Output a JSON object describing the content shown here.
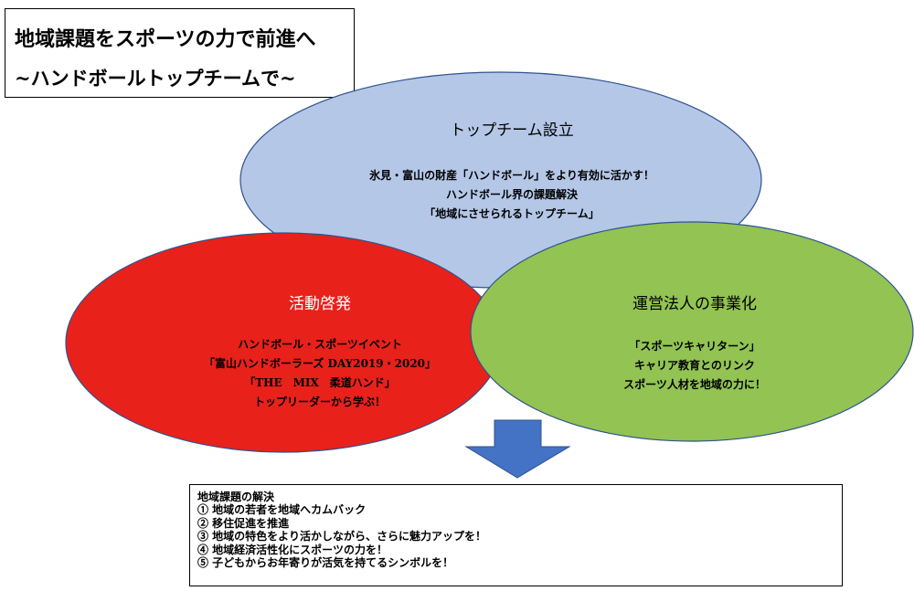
{
  "title": {
    "line1": "地域課題をスポーツの力で前進へ",
    "line2": "~ハンドボールトップチームで~"
  },
  "colors": {
    "top_ellipse": "#b4c7e7",
    "left_ellipse": "#e8211b",
    "right_ellipse": "#92c353",
    "arrow": "#4472c4",
    "outline": "#2f528f"
  },
  "top_ellipse": {
    "heading": "トップチーム設立",
    "lines": [
      "氷見・富山の財産「ハンドボール」をより有効に活かす！",
      "ハンドボール界の課題解決",
      "「地域にさせられるトップチーム」"
    ]
  },
  "left_ellipse": {
    "heading": "活動啓発",
    "lines": [
      "ハンドボール・スポーツイベント",
      "「富山ハンドボーラーズ DAY2019・2020」",
      "「THE　MIX　柔道ハンド」",
      "トップリーダーから学ぶ！"
    ]
  },
  "right_ellipse": {
    "heading": "運営法人の事業化",
    "lines": [
      "「スポーツキャリターン」",
      "キャリア教育とのリンク",
      "スポーツ人材を地域の力に！"
    ]
  },
  "arrow_icon": "down-arrow-icon",
  "result": {
    "title": "地域課題の解決",
    "items": [
      "①  地域の若者を地域へカムバック",
      "②  移住促進を推進",
      "③  地域の特色をより活かしながら、さらに魅力アップを！",
      "④  地域経済活性化にスポーツの力を！",
      "⑤  子どもからお年寄りが活気を持てるシンボルを！"
    ]
  }
}
